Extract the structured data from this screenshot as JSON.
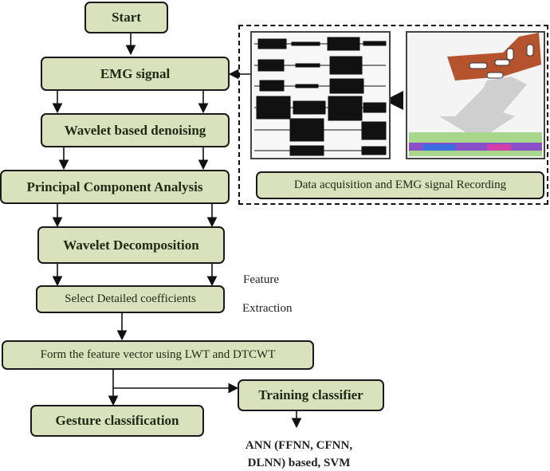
{
  "steps": {
    "start": "Start",
    "emg": "EMG signal",
    "denoise": "Wavelet based denoising",
    "pca": "Principal Component Analysis",
    "decomp": "Wavelet Decomposition",
    "select": "Select Detailed coefficients",
    "feature_vector": "Form the feature vector using LWT and DTCWT",
    "training": "Training classifier",
    "gesture": "Gesture classification"
  },
  "feature_label": [
    "Feature",
    "Extraction"
  ],
  "acquisition_label": "Data acquisition and EMG signal Recording",
  "classifier_output": [
    "ANN (FFNN, CFNN,",
    "DLNN) based, SVM"
  ],
  "colors": {
    "box_fill": "#d9e2bd",
    "border": "#1a1a1a"
  }
}
